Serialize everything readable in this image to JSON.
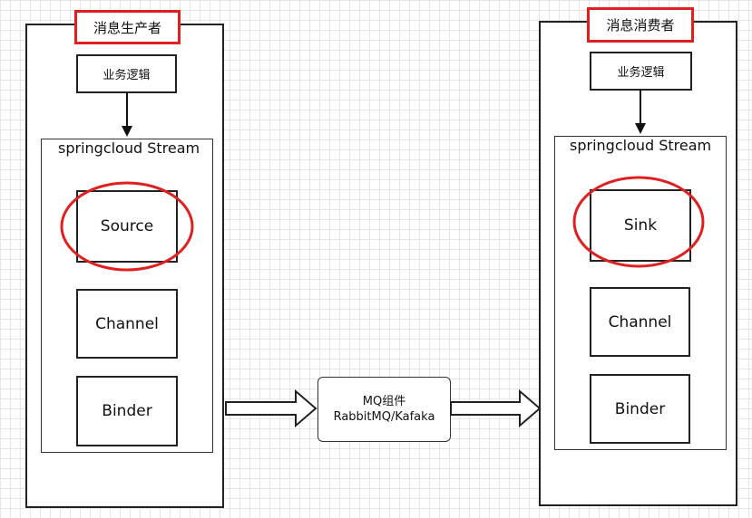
{
  "producer": {
    "title": "消息生产者",
    "logic": "业务逻辑",
    "stream": "springcloud Stream",
    "component_highlighted": "Source",
    "channel": "Channel",
    "binder": "Binder"
  },
  "consumer": {
    "title": "消息消费者",
    "logic": "业务逻辑",
    "stream": "springcloud Stream",
    "component_highlighted": "Sink",
    "channel": "Channel",
    "binder": "Binder"
  },
  "middleware": {
    "line1": "MQ组件",
    "line2": "RabbitMQ/Kafaka"
  },
  "colors": {
    "highlight": "#e02020",
    "stroke": "#222222",
    "grid": "#e6e6e6"
  }
}
